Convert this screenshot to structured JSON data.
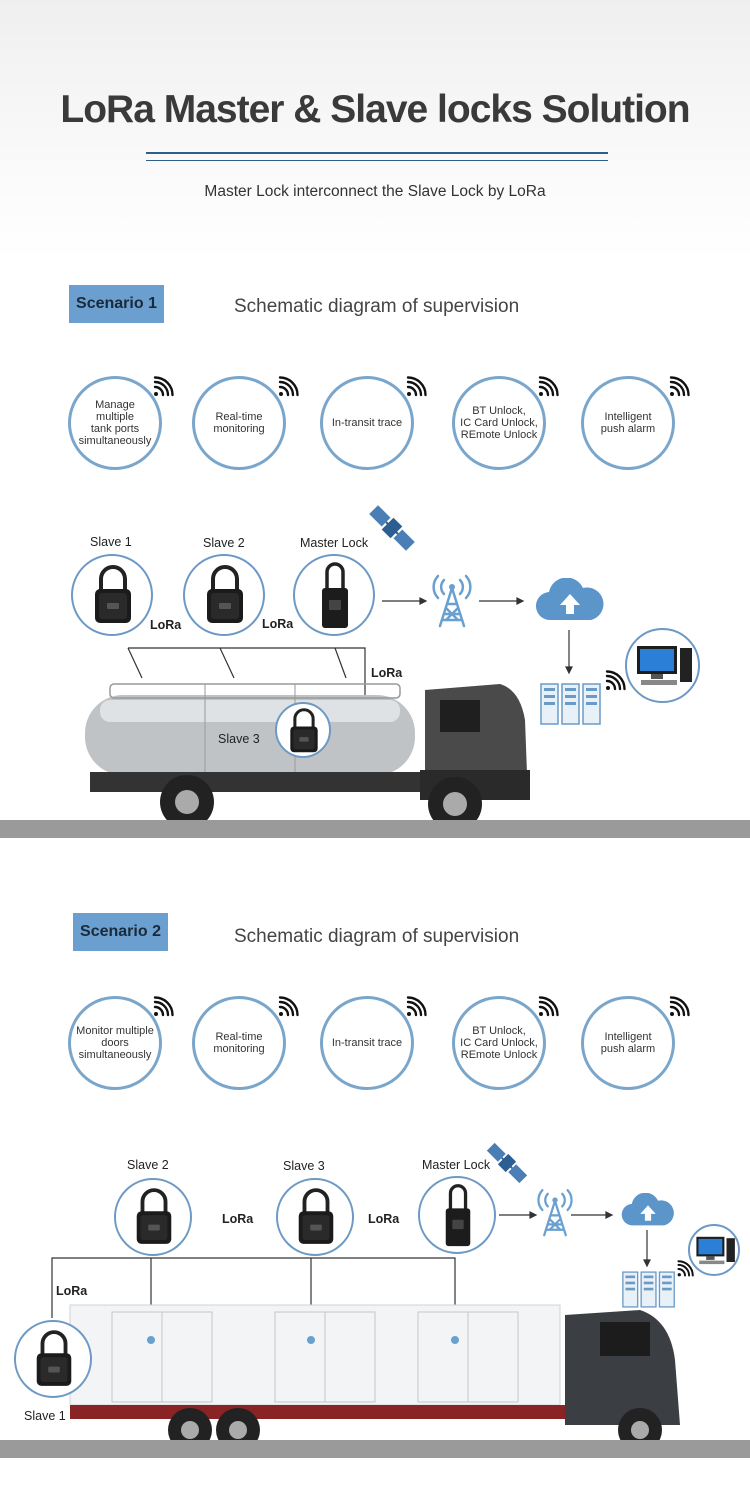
{
  "header": {
    "title": "LoRa Master & Slave locks Solution",
    "subtitle": "Master Lock interconnect the Slave Lock by LoRa"
  },
  "scenario1": {
    "badge": "Scenario 1",
    "caption": "Schematic diagram of supervision",
    "features": [
      "Manage multiple\ntank ports\nsimultaneously",
      "Real-time\nmonitoring",
      "In-transit trace",
      "BT Unlock,\nIC Card Unlock,\nREmote Unlock",
      "Intelligent\npush alarm"
    ],
    "slave1": "Slave  1",
    "slave2": "Slave  2",
    "master": "Master Lock",
    "slave3": "Slave  3",
    "lora": "LoRa"
  },
  "scenario2": {
    "badge": "Scenario 2",
    "caption": "Schematic diagram of supervision",
    "features": [
      "Monitor multiple\ndoors\nsimultaneously",
      "Real-time\nmonitoring",
      "In-transit trace",
      "BT Unlock,\nIC Card Unlock,\nREmote Unlock",
      "Intelligent\npush alarm"
    ],
    "slave2": "Slave  2",
    "slave3": "Slave  3",
    "master": "Master Lock",
    "slave1": "Slave  1",
    "lora": "LoRa"
  },
  "colors": {
    "accent": "#6b9fcf",
    "ring": "#7aa6cc",
    "cloud": "#5b95c9",
    "rule": "#2f5f86"
  },
  "icons": [
    "wifi-signal-icon",
    "satellite-icon",
    "cell-tower-icon",
    "cloud-upload-icon",
    "server-icon",
    "computer-icon",
    "padlock-icon"
  ]
}
